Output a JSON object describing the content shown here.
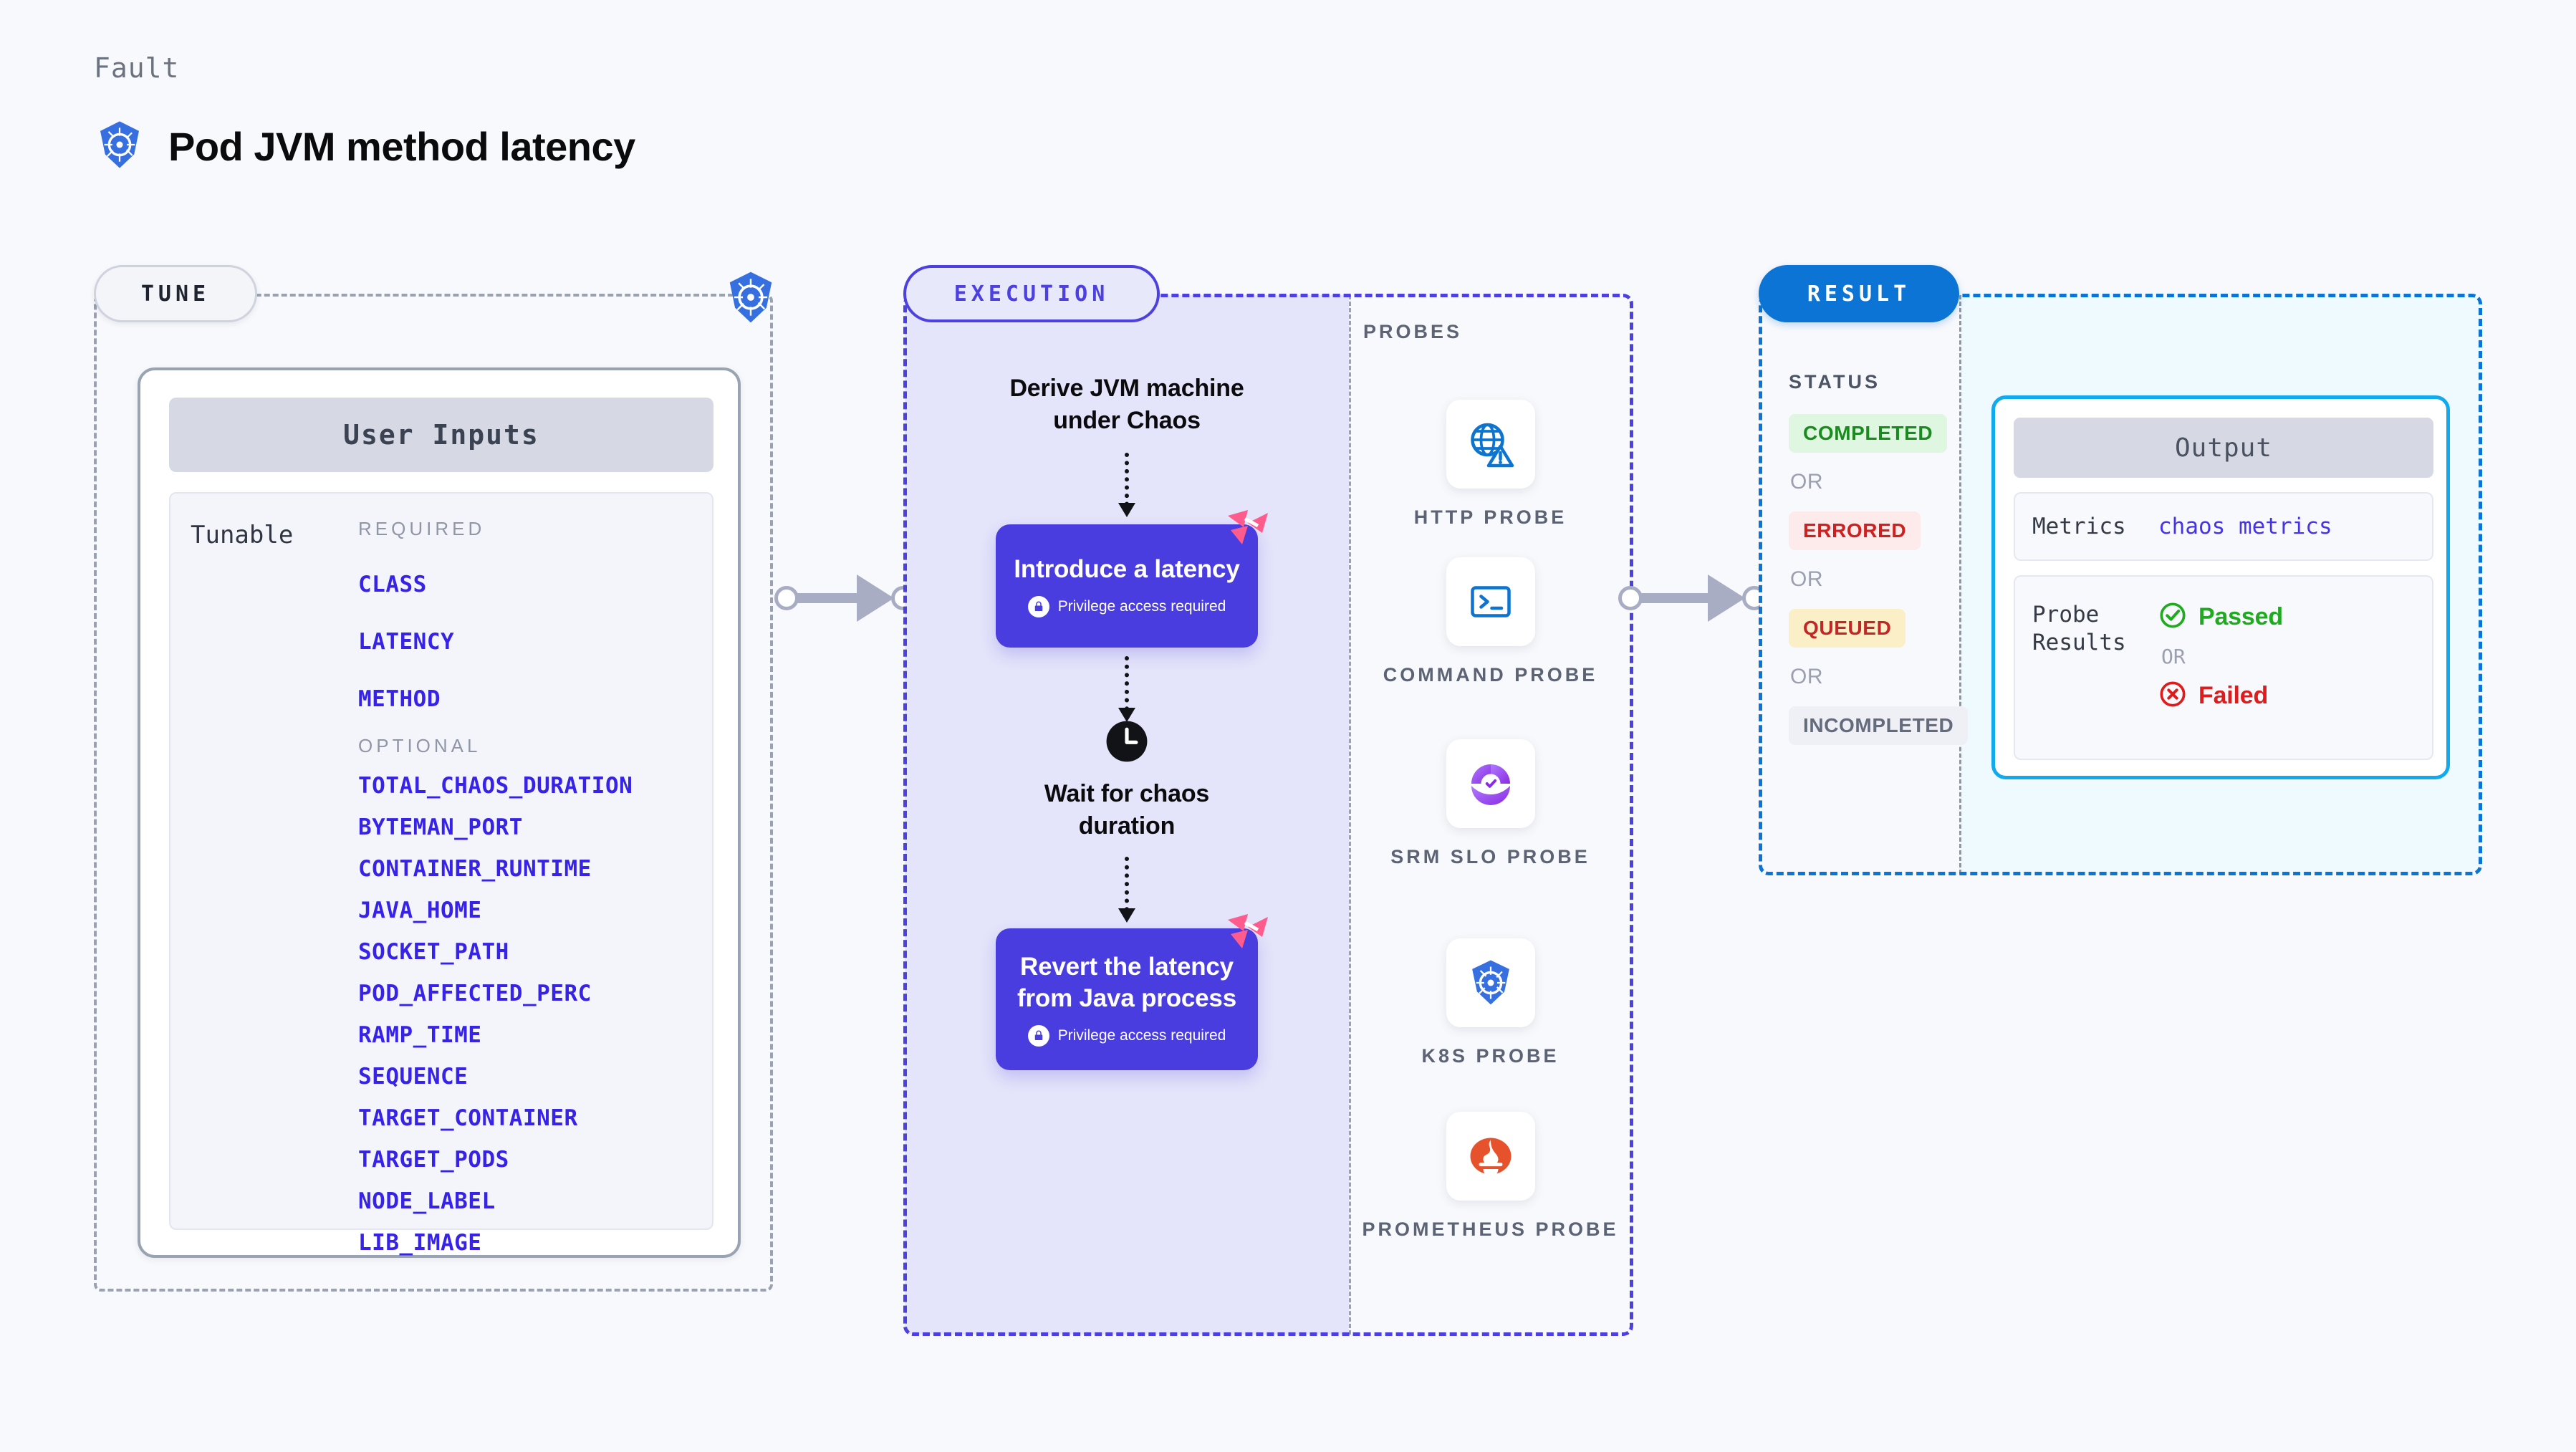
{
  "header": {
    "kicker": "Fault",
    "title": "Pod JVM method latency",
    "icon": "kubernetes-icon"
  },
  "tune": {
    "pill_label": "TUNE",
    "badge_icon": "kubernetes-icon",
    "card_header": "User Inputs",
    "tunable_label": "Tunable",
    "required_label": "REQUIRED",
    "optional_label": "OPTIONAL",
    "required_params": [
      "CLASS",
      "LATENCY",
      "METHOD"
    ],
    "optional_params": [
      "TOTAL_CHAOS_DURATION",
      "BYTEMAN_PORT",
      "CONTAINER_RUNTIME",
      "JAVA_HOME",
      "SOCKET_PATH",
      "POD_AFFECTED_PERC",
      "RAMP_TIME",
      "SEQUENCE",
      "TARGET_CONTAINER",
      "TARGET_PODS",
      "NODE_LABEL",
      "LIB_IMAGE"
    ]
  },
  "execution": {
    "pill_label": "EXECUTION",
    "step1_text": "Derive JVM machine\nunder Chaos",
    "step2_title": "Introduce a latency",
    "step2_sub": "Privilege access required",
    "step3_text": "Wait for chaos\nduration",
    "step3_icon": "clock-icon",
    "step4_title": "Revert the latency\nfrom Java process",
    "step4_sub": "Privilege access required",
    "badge_icon": "harness-icon"
  },
  "probes": {
    "label": "PROBES",
    "items": [
      {
        "name": "HTTP PROBE",
        "icon": "globe-warning-icon"
      },
      {
        "name": "COMMAND PROBE",
        "icon": "terminal-icon"
      },
      {
        "name": "SRM SLO PROBE",
        "icon": "srm-slo-icon"
      },
      {
        "name": "K8S PROBE",
        "icon": "kubernetes-icon"
      },
      {
        "name": "PROMETHEUS PROBE",
        "icon": "prometheus-icon"
      }
    ]
  },
  "result": {
    "pill_label": "RESULT",
    "status_label": "STATUS",
    "or_label": "OR",
    "statuses": [
      {
        "label": "COMPLETED",
        "style": "completed"
      },
      {
        "label": "ERRORED",
        "style": "errored"
      },
      {
        "label": "QUEUED",
        "style": "queued"
      },
      {
        "label": "INCOMPLETED",
        "style": "incompleted"
      }
    ],
    "output": {
      "header": "Output",
      "metrics_key": "Metrics",
      "metrics_value": "chaos metrics",
      "probe_results_key": "Probe Results",
      "passed_label": "Passed",
      "failed_label": "Failed",
      "or_label": "OR",
      "passed_icon": "check-circle-icon",
      "failed_icon": "x-circle-icon"
    }
  },
  "colors": {
    "brand_indigo": "#4c40e0",
    "brand_blue": "#0b74d4",
    "param_blue": "#3722e8",
    "harness_pink": "#ff5c8d",
    "cyan": "#11aaec",
    "pass_green": "#1faa1f",
    "fail_red": "#e01b1b"
  }
}
